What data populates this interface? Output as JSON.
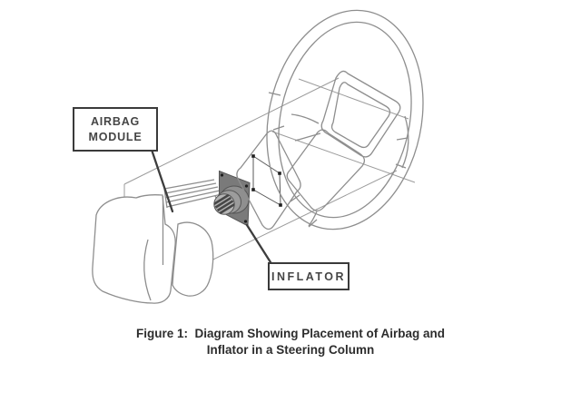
{
  "figure": {
    "caption_line1": "Figure 1:  Diagram Showing Placement of Airbag and",
    "caption_line2": "Inflator in a Steering Column"
  },
  "labels": {
    "airbag_module_line1": "AIRBAG",
    "airbag_module_line2": "MODULE",
    "inflator": "INFLATOR"
  },
  "colors": {
    "background": "#ffffff",
    "drawing_line_gray": "#8e8e8e",
    "construction_line": "#9b9b9b",
    "dark_line": "#3d3d3d",
    "label_text": "#454545",
    "caption_text": "#2d2d2d",
    "inflator_plate": "#7a7a7a",
    "inflator_base_ring": "#8f8f8f",
    "inflator_mid_ring": "#9c9c9c",
    "inflator_face": "#b5b5b5",
    "inflator_face_stripe": "#474747",
    "gasket_dot": "#1f1f1f"
  },
  "parts": {
    "steering_wheel": "steering wheel",
    "horn_pad_ring": "horn pad ring",
    "mounting_gasket": "mounting gasket with corner dots",
    "inflator_assembly": "inflator plate and cylinder",
    "airbag_cushion": "airbag module cushion",
    "airbag_fold_pack": "folded airbag pack"
  }
}
